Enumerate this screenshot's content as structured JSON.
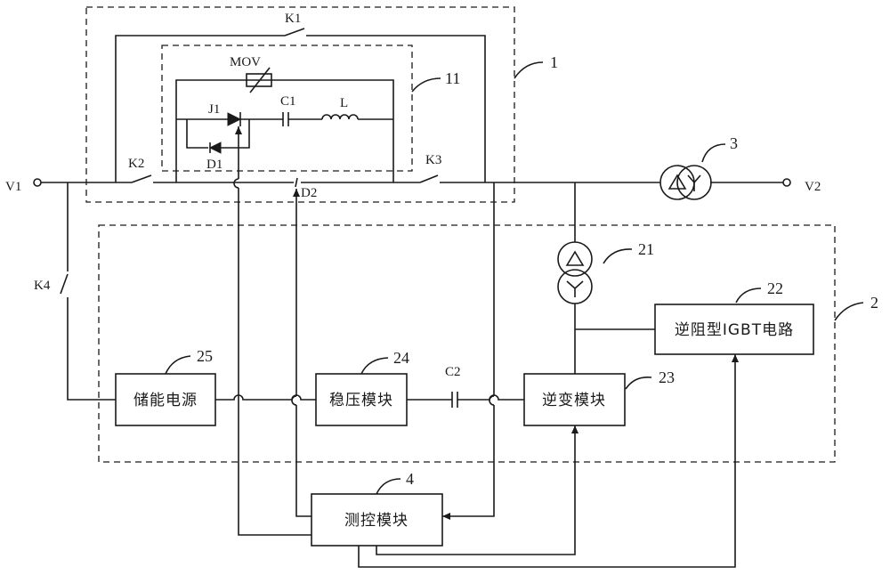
{
  "labels": {
    "v1": "V1",
    "v2": "V2",
    "k1": "K1",
    "k2": "K2",
    "k3": "K3",
    "k4": "K4",
    "mov": "MOV",
    "c1": "C1",
    "l": "L",
    "j1": "J1",
    "d1": "D1",
    "d2": "D2",
    "c2": "C2"
  },
  "blocks": {
    "storage": "储能电源",
    "regulator": "稳压模块",
    "inverter": "逆变模块",
    "igbt": "逆阻型IGBT电路",
    "control": "测控模块"
  },
  "refs": {
    "r1": "1",
    "r11": "11",
    "r3": "3",
    "r2": "2",
    "r21": "21",
    "r22": "22",
    "r23": "23",
    "r24": "24",
    "r25": "25",
    "r4": "4"
  }
}
